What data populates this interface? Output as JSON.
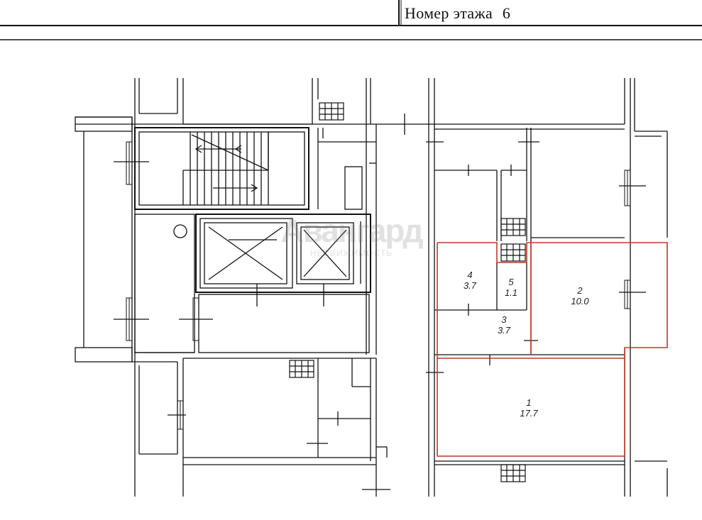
{
  "header": {
    "floor_label": "Номер этажа",
    "floor_number": "6"
  },
  "rooms": [
    {
      "number": "1",
      "area": "17.7"
    },
    {
      "number": "2",
      "area": "10.0"
    },
    {
      "number": "3",
      "area": "3.7"
    },
    {
      "number": "4",
      "area": "3.7"
    },
    {
      "number": "5",
      "area": "1.1"
    }
  ],
  "watermark": {
    "brand": "Авангард",
    "sub": "НЕДВИЖИМОСТЬ"
  },
  "colors": {
    "walls": "#111111",
    "apartment_outline": "#c0392b",
    "background": "#ffffff"
  }
}
